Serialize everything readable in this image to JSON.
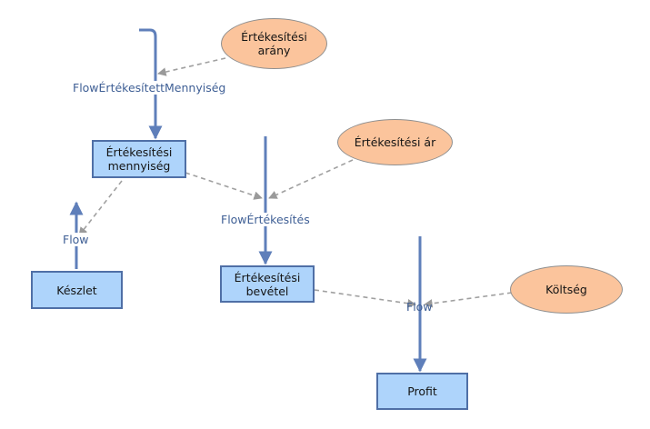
{
  "stocks": {
    "ertekesitesi_mennyiseg": "Értékesítési\nmennyiség",
    "keszlet": "Készlet",
    "ertekesitesi_bevetel": "Értékesítési\nbevétel",
    "profit": "Profit"
  },
  "auxiliaries": {
    "ertekesitesi_arany": "Értékesítési\narány",
    "ertekesitesi_ar": "Értékesítési ár",
    "koltseg": "Költség"
  },
  "flows": {
    "flow_ertekesitett_mennyiseg": "FlowÉrtékesítettMennyiség",
    "flow_keszlet": "Flow",
    "flow_ertekesites": "FlowÉrtékesítés",
    "flow_profit": "Flow"
  },
  "colors": {
    "stock_fill": "#aed4fb",
    "stock_border": "#4f6fa6",
    "aux_fill": "#fbc49c",
    "flow_line": "#5f7fba",
    "link_line": "#a0a0a0"
  }
}
